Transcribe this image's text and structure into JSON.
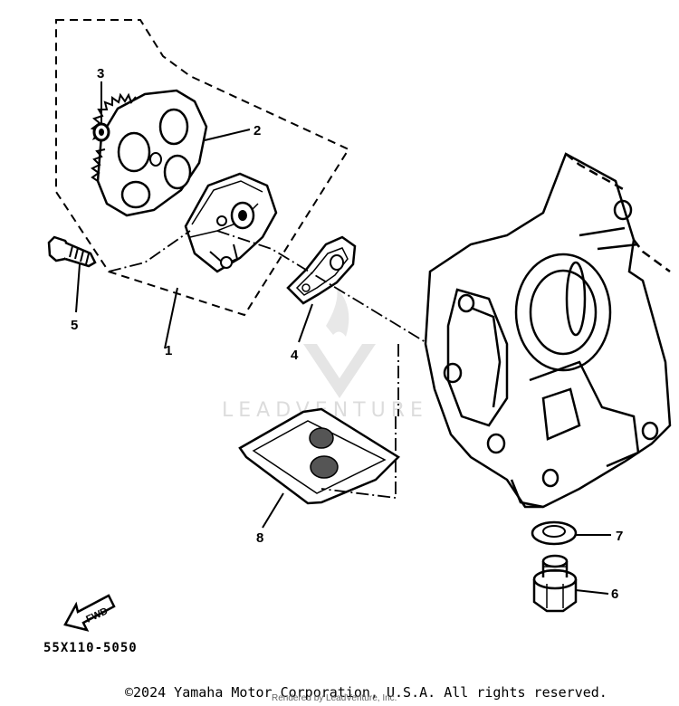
{
  "diagram": {
    "callouts": [
      "1",
      "2",
      "3",
      "4",
      "5",
      "6",
      "7",
      "8"
    ],
    "fwd_label": "FWD",
    "drawing_code": "55X110-5050"
  },
  "watermark": {
    "text": "LEADVENTURE"
  },
  "footer": {
    "copyright": "©2024 Yamaha Motor Corporation, U.S.A. All rights reserved.",
    "rendered_by": "Rendered by LeadVenture, Inc."
  }
}
